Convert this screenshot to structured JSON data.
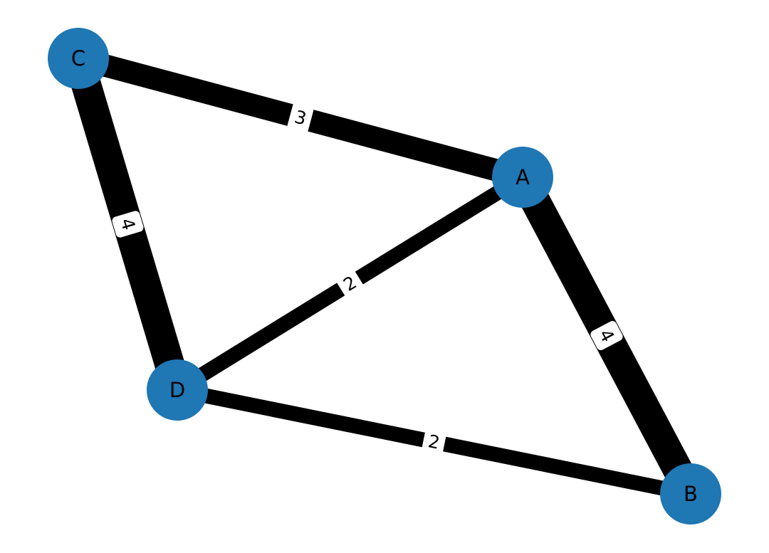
{
  "graph": {
    "node_color": "#1f77b4",
    "edge_color": "#000000",
    "label_box_color": "#ffffff",
    "nodes": [
      {
        "id": "A",
        "label": "A"
      },
      {
        "id": "B",
        "label": "B"
      },
      {
        "id": "C",
        "label": "C"
      },
      {
        "id": "D",
        "label": "D"
      }
    ],
    "edges": [
      {
        "source": "C",
        "target": "A",
        "weight": 3,
        "label": "3"
      },
      {
        "source": "C",
        "target": "D",
        "weight": 4,
        "label": "4"
      },
      {
        "source": "A",
        "target": "D",
        "weight": 2,
        "label": "2"
      },
      {
        "source": "A",
        "target": "B",
        "weight": 4,
        "label": "4"
      },
      {
        "source": "D",
        "target": "B",
        "weight": 2,
        "label": "2"
      }
    ]
  }
}
